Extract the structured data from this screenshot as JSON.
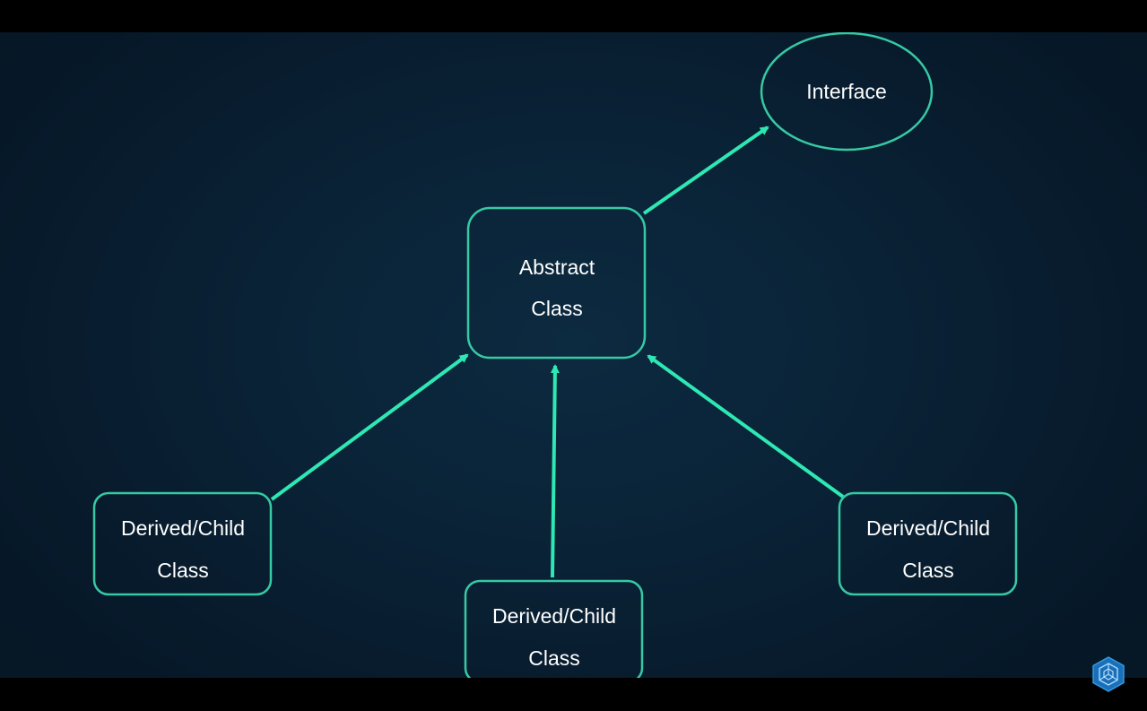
{
  "diagram": {
    "nodes": {
      "interface": {
        "label": "Interface"
      },
      "abstract": {
        "line1": "Abstract",
        "line2": "Class"
      },
      "child_left": {
        "line1": "Derived/Child",
        "line2": "Class"
      },
      "child_center": {
        "line1": "Derived/Child",
        "line2": "Class"
      },
      "child_right": {
        "line1": "Derived/Child",
        "line2": "Class"
      }
    },
    "edges": [
      {
        "from": "abstract",
        "to": "interface"
      },
      {
        "from": "child_left",
        "to": "abstract"
      },
      {
        "from": "child_center",
        "to": "abstract"
      },
      {
        "from": "child_right",
        "to": "abstract"
      }
    ]
  },
  "colors": {
    "accent": "#2ee8b4",
    "node_stroke": "#36c9a4",
    "background": "#0a2236",
    "text": "#ffffff"
  },
  "logo": {
    "icon": "hexagon-cube-logo-icon"
  }
}
